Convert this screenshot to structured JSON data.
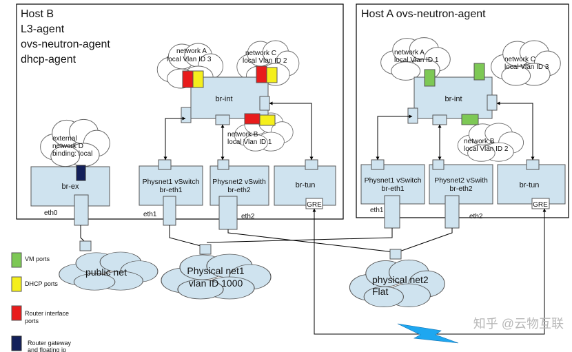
{
  "host_b": {
    "title_lines": [
      "Host B",
      "L3-agent",
      "ovs-neutron-agent",
      "dhcp-agent"
    ],
    "br_int": "br-int",
    "br_ex": "br-ex",
    "br_tun": "br-tun",
    "gre": "GRE",
    "physnet1": [
      "Physnet1 vSwitch",
      "br-eth1"
    ],
    "physnet2": [
      "Physnet2 vSwith",
      "br-eth2"
    ],
    "eth0": "eth0",
    "eth1": "eth1",
    "eth2": "eth2",
    "cloud_network_a": [
      "network A",
      "local Vlan ID 3"
    ],
    "cloud_network_c": [
      "network C",
      "local Vlan ID 2"
    ],
    "cloud_network_b": [
      "network B",
      "local Vlan ID 1"
    ],
    "cloud_external": [
      "external",
      "network D",
      "binding: local"
    ]
  },
  "host_a": {
    "title_lines": [
      "Host A ovs-neutron-agent"
    ],
    "br_int": "br-int",
    "br_tun": "br-tun",
    "gre": "GRE",
    "physnet1": [
      "Physnet1 vSwitch",
      "br-eth1"
    ],
    "physnet2": [
      "Physnet2 vSwith",
      "br-eth2"
    ],
    "eth1": "eth1",
    "eth2": "eth2",
    "cloud_network_a": [
      "network A",
      "local Vlan ID 1"
    ],
    "cloud_network_c": [
      "network C",
      "local Vlan ID 3"
    ],
    "cloud_network_b": [
      "network B",
      "local Vlan ID 2"
    ]
  },
  "networks": {
    "public": [
      "public net"
    ],
    "physical1": [
      "Physical net1",
      "vlan ID 1000"
    ],
    "physical2": [
      "physical net2",
      "Flat"
    ]
  },
  "legend": [
    {
      "label": [
        "VM ports"
      ],
      "color": "#7dc855"
    },
    {
      "label": [
        "DHCP ports"
      ],
      "color": "#f5ef1c"
    },
    {
      "label": [
        "Router interface",
        "ports"
      ],
      "color": "#e81c1c"
    },
    {
      "label": [
        "Router gateway",
        "and floating ip"
      ],
      "color": "#13205a"
    }
  ],
  "colors": {
    "bridge": "#cfe3ef",
    "vm_port": "#7dc855",
    "dhcp_port": "#f5ef1c",
    "router_port": "#e81c1c",
    "gateway_port": "#13205a",
    "lightning": "#1ea7f0"
  },
  "watermark": "知乎 @云物互联"
}
